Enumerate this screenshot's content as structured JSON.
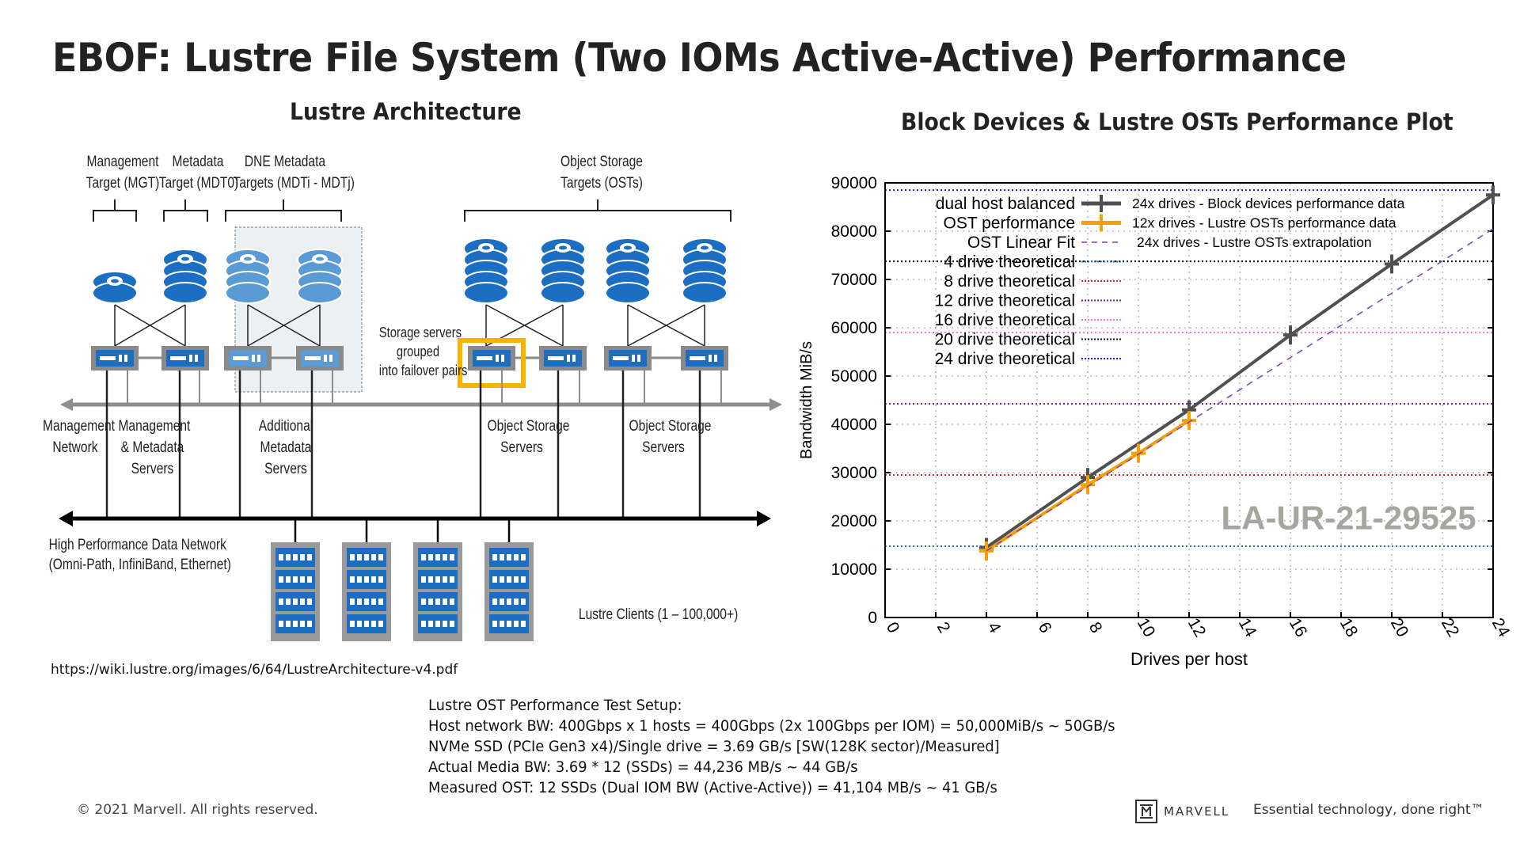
{
  "page": {
    "title": "EBOF: Lustre File System (Two IOMs Active-Active) Performance",
    "left_heading": "Lustre Architecture",
    "right_heading": "Block Devices & Lustre OSTs Performance Plot"
  },
  "diagram": {
    "labels": {
      "mgt": [
        "Management",
        "Target (MGT)"
      ],
      "mdt0": [
        "Metadata",
        "Target (MDT0)"
      ],
      "dne": [
        "DNE Metadata",
        "Targets (MDTi - MDTj)"
      ],
      "osts": [
        "Object Storage",
        "Targets (OSTs)"
      ],
      "failover": [
        "Storage servers",
        "grouped",
        "into failover pairs"
      ],
      "mgmt_network": [
        "Management",
        "Network"
      ],
      "mgmt_md_servers": [
        "Management",
        "& Metadata",
        "Servers"
      ],
      "additional_md_servers": [
        "Additional",
        "Metadata",
        "Servers"
      ],
      "oss1": [
        "Object Storage",
        "Servers"
      ],
      "oss2": [
        "Object Storage",
        "Servers"
      ],
      "hpdn": [
        "High Performance Data Network",
        "(Omni-Path, InfiniBand, Ethernet)"
      ],
      "clients": "Lustre Clients (1 – 100,000+)"
    },
    "highlight_color": "#F5B400",
    "primary_blue": "#1B6EC2",
    "light_blue": "#5A9BD5",
    "source_url": "https://wiki.lustre.org/images/6/64/LustreArchitecture-v4.pdf"
  },
  "setup": {
    "heading": "Lustre OST Performance Test Setup:",
    "lines": [
      "Host network BW: 400Gbps x 1 hosts = 400Gbps (2x 100Gbps per IOM) = 50,000MiB/s ~ 50GB/s",
      "NVMe SSD (PCIe Gen3 x4)/Single drive = 3.69 GB/s [SW(128K sector)/Measured]",
      "Actual Media BW: 3.69 * 12 (SSDs) = 44,236 MB/s ~ 44 GB/s",
      "Measured OST: 12 SSDs (Dual IOM BW (Active-Active)) = 41,104 MB/s ~ 41 GB/s"
    ]
  },
  "footer": {
    "copyright": "© 2021 Marvell. All rights reserved.",
    "brand": "MARVELL",
    "tagline": "Essential technology, done right™"
  },
  "chart_data": {
    "type": "line",
    "title": "Block Devices & Lustre OSTs Performance Plot",
    "xlabel": "Drives per host",
    "ylabel": "Bandwidth MiB/s",
    "xlim": [
      0,
      24
    ],
    "ylim": [
      0,
      90000
    ],
    "xticks": [
      0,
      2,
      4,
      6,
      8,
      10,
      12,
      14,
      16,
      18,
      20,
      22,
      24
    ],
    "yticks": [
      0,
      10000,
      20000,
      30000,
      40000,
      50000,
      60000,
      70000,
      80000,
      90000
    ],
    "grid": true,
    "legend_position": "top-left",
    "watermark": "LA-UR-21-29525",
    "series": [
      {
        "name": "dual host balanced",
        "annotation": "24x drives - Block devices performance data",
        "color": "#505050",
        "style": "solid",
        "marker": "plus",
        "x": [
          4,
          8,
          12,
          16,
          20,
          24
        ],
        "y": [
          14500,
          29000,
          43000,
          58500,
          73200,
          87500
        ]
      },
      {
        "name": "OST performance",
        "annotation": "12x drives - Lustre OSTs performance data",
        "color": "#F5A000",
        "style": "solid",
        "marker": "plus",
        "x": [
          4,
          8,
          10,
          12
        ],
        "y": [
          13800,
          27500,
          34000,
          40800
        ]
      },
      {
        "name": "OST Linear Fit",
        "annotation": "24x drives - Lustre OSTs extrapolation",
        "color": "#7B3FC4",
        "style": "dashed",
        "marker": "none",
        "x": [
          4,
          24
        ],
        "y": [
          13800,
          80500
        ]
      }
    ],
    "theoretical": [
      {
        "name": "4 drive theoretical",
        "value": 14750,
        "color": "#1F77B4"
      },
      {
        "name": "8 drive theoretical",
        "value": 29500,
        "color": "#D62728"
      },
      {
        "name": "12 drive theoretical",
        "value": 44250,
        "color": "#6A1B9A"
      },
      {
        "name": "16 drive theoretical",
        "value": 59000,
        "color": "#F06EE8"
      },
      {
        "name": "20 drive theoretical",
        "value": 73750,
        "color": "#111111"
      },
      {
        "name": "24 drive theoretical",
        "value": 88500,
        "color": "#1A1AE6"
      }
    ]
  }
}
